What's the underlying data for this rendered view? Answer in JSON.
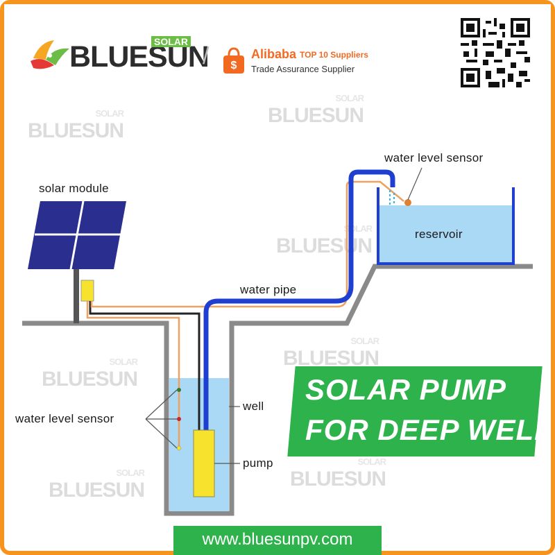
{
  "header": {
    "brand_name": "BLUESUN",
    "brand_sub": "SOLAR",
    "alibaba_name": "Alibaba",
    "alibaba_rank": "TOP 10 Suppliers",
    "alibaba_trade": "Trade Assurance Supplier"
  },
  "watermark": {
    "text": "BLUESUN",
    "sub": "SOLAR"
  },
  "diagram": {
    "solar_module": "solar module",
    "water_level_sensor_top": "water level sensor",
    "reservoir": "reservoir",
    "water_pipe": "water pipe",
    "water_level_sensor_left": "water level sensor",
    "well": "well",
    "pump": "pump"
  },
  "banner": {
    "line1": "SOLAR PUMP",
    "line2": "FOR DEEP WELL"
  },
  "footer": {
    "url": "www.bluesunpv.com"
  },
  "colors": {
    "frame": "#f7941d",
    "accent_green": "#2eb24b",
    "water": "#a9d9f5",
    "pipe": "#1f3fd0",
    "wire_orange": "#f0a060",
    "panel": "#2a2e8f"
  }
}
